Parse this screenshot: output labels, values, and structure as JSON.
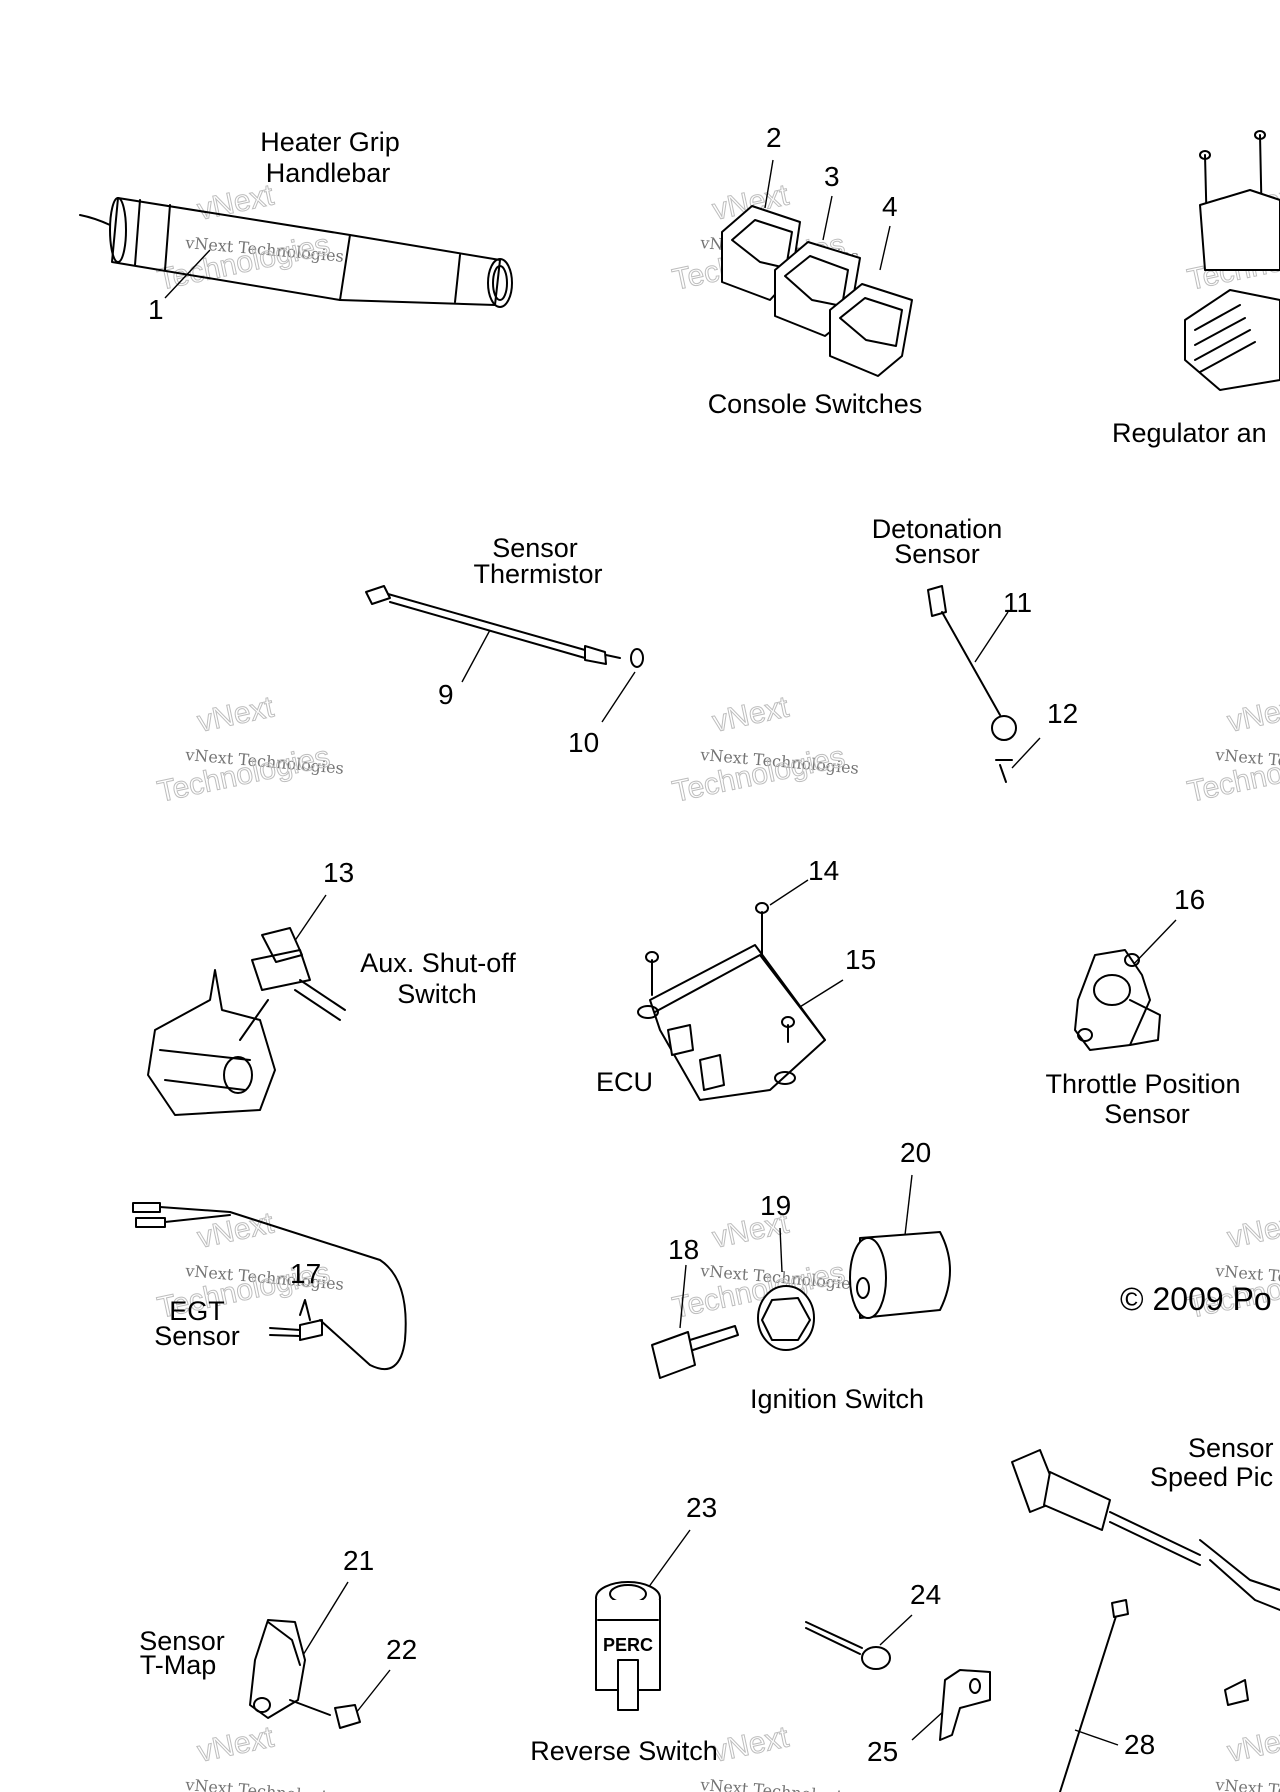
{
  "labels": {
    "heater_grip_line1": "Heater Grip",
    "heater_grip_line2": "Handlebar",
    "console_switches": "Console Switches",
    "regulator": "Regulator an",
    "sensor_thermistor_line1": "Sensor",
    "sensor_thermistor_line2": "Thermistor",
    "detonation_line1": "Detonation",
    "detonation_line2": "Sensor",
    "aux_shutoff_line1": "Aux. Shut-off",
    "aux_shutoff_line2": "Switch",
    "ecu": "ECU",
    "throttle_line1": "Throttle Position",
    "throttle_line2": "Sensor",
    "egt_line1": "EGT",
    "egt_line2": "Sensor",
    "ignition_switch": "Ignition Switch",
    "copyright": "© 2009 Po",
    "speed_pickup_line1": "Sensor",
    "speed_pickup_line2": "Speed Pic",
    "tmap_line1": "Sensor",
    "tmap_line2": "T-Map",
    "reverse_switch": "Reverse Switch",
    "perc": "PERC"
  },
  "callouts": {
    "c1": "1",
    "c2": "2",
    "c3": "3",
    "c4": "4",
    "c9": "9",
    "c10": "10",
    "c11": "11",
    "c12": "12",
    "c13": "13",
    "c14": "14",
    "c15": "15",
    "c16": "16",
    "c17": "17",
    "c18": "18",
    "c19": "19",
    "c20": "20",
    "c21": "21",
    "c22": "22",
    "c23": "23",
    "c24": "24",
    "c25": "25",
    "c28": "28"
  },
  "watermark": {
    "line1": "vNext Technologies",
    "line2": "Technologies",
    "line3": "vNext"
  }
}
